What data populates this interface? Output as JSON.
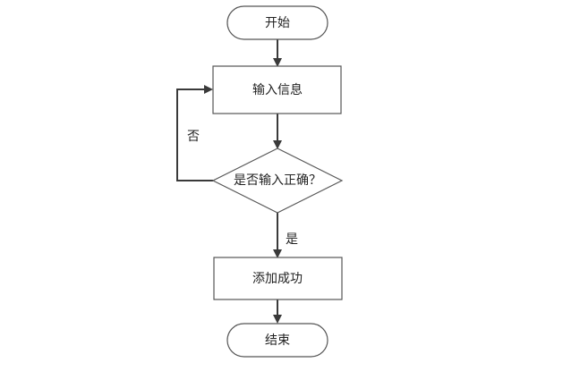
{
  "nodes": {
    "start": "开始",
    "input": "输入信息",
    "decision": "是否输入正确？",
    "success": "添加成功",
    "end": "结束"
  },
  "edges": {
    "no_label": "否",
    "yes_label": "是"
  },
  "colors": {
    "stroke": "#555555",
    "edge": "#3a3a3a",
    "text": "#222222",
    "background": "#ffffff"
  }
}
